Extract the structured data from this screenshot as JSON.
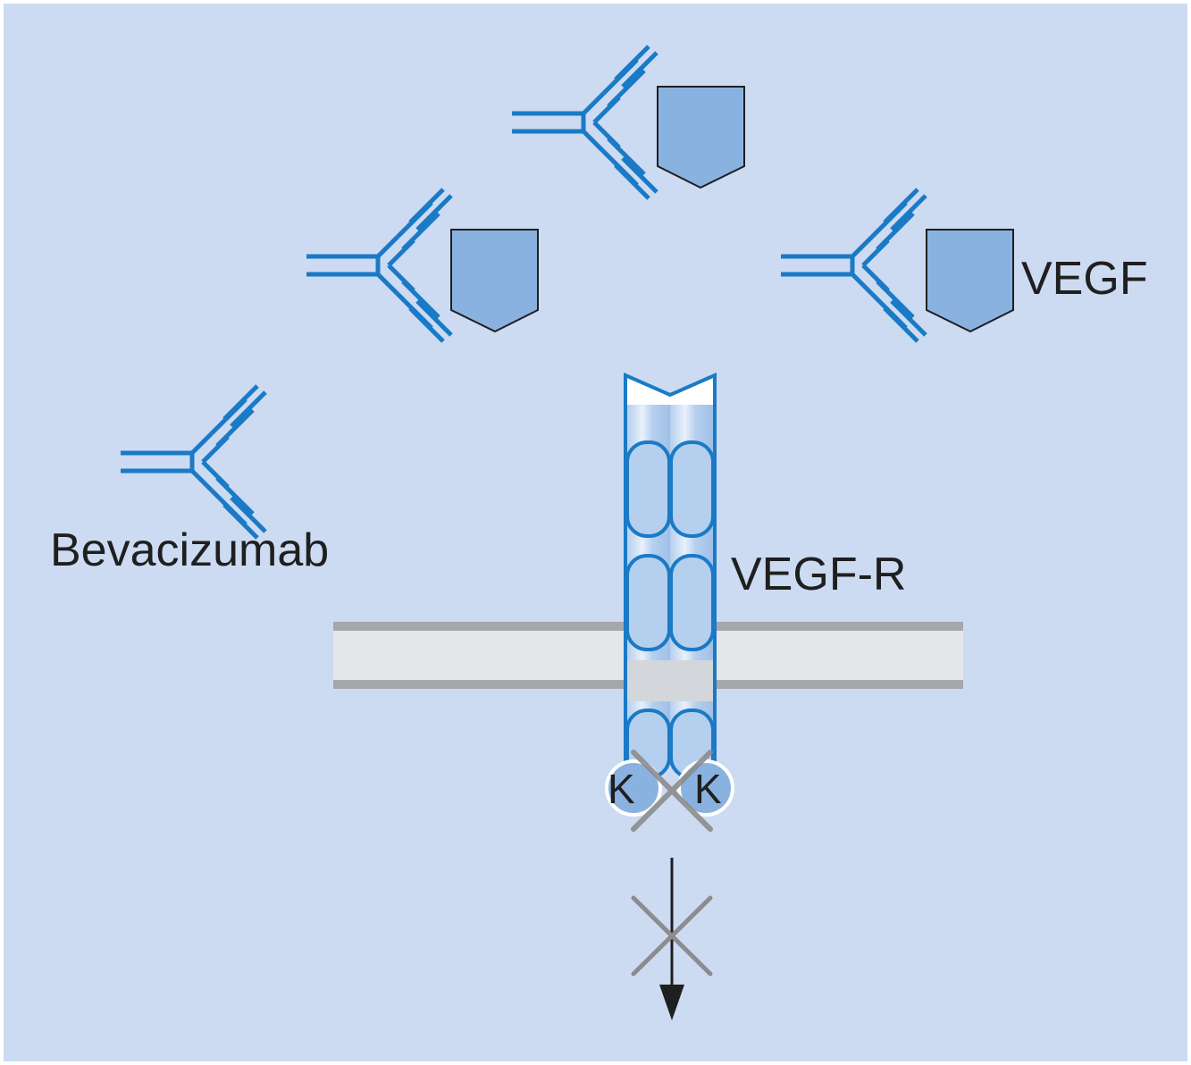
{
  "labels": {
    "vegf": "VEGF",
    "bevacizumab": "Bevacizumab",
    "vegf_receptor": "VEGF-R",
    "kinase": "K"
  },
  "colors": {
    "background": "#ccdbf2",
    "antibody_blue": "#1a7ac6",
    "vegf_fill": "#8ab2e0",
    "receptor_fill": "#b5cfee",
    "membrane_fill": "#e4e6ea",
    "membrane_line": "#a6a7a9",
    "cross_grey": "#8c8c8c"
  },
  "icons": {
    "antibody": "y-shaped-antibody-icon",
    "vegf": "pentagon-vegf-icon",
    "blocked": "cross-mark-icon",
    "signal": "down-arrow-icon"
  }
}
